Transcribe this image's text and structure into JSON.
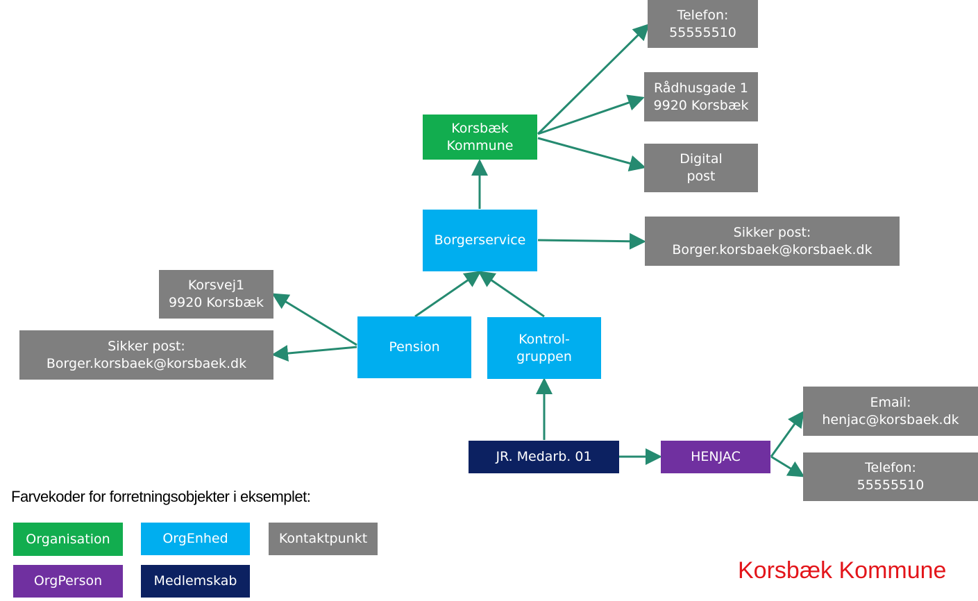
{
  "nodes": {
    "korsbaek_kommune": "Korsbæk\nKommune",
    "borgerservice": "Borgerservice",
    "pension": "Pension",
    "kontrolgruppen": "Kontrol-\ngruppen",
    "jr_medarb": "JR. Medarb. 01",
    "henjac": "HENJAC",
    "telefon_top": "Telefon:\n55555510",
    "raadhusgade": "Rådhusgade 1\n9920 Korsbæk",
    "digital_post": "Digital\npost",
    "sikker_post_right": "Sikker post:\nBorger.korsbaek@korsbaek.dk",
    "korsvej": "Korsvej1\n9920 Korsbæk",
    "sikker_post_left": "Sikker post:\nBorger.korsbaek@korsbaek.dk",
    "email": "Email:\nhenjac@korsbaek.dk",
    "telefon_bottom": "Telefon:\n55555510"
  },
  "legend": {
    "title": "Farvekoder for forretningsobjekter i eksemplet:",
    "items": [
      "Organisation",
      "OrgEnhed",
      "Kontaktpunkt",
      "OrgPerson",
      "Medlemskab"
    ]
  },
  "brand": "Korsbæk Kommune",
  "colors": {
    "organisation": "#12ad4f",
    "orgenhed": "#00aeef",
    "kontaktpunkt": "#7f7f7f",
    "orgperson": "#7030a0",
    "medlemskab": "#0c2161",
    "connector": "#258a70",
    "brand": "#e3151a"
  }
}
